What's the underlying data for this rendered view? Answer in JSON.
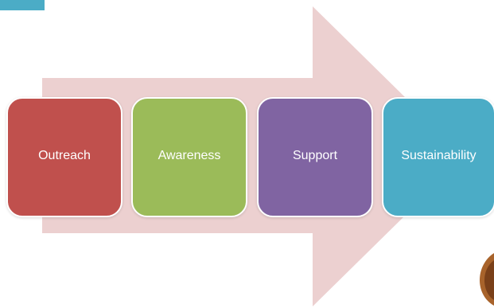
{
  "steps": [
    {
      "label": "Outreach",
      "color": "#c0504d"
    },
    {
      "label": "Awareness",
      "color": "#9bbb59"
    },
    {
      "label": "Support",
      "color": "#8064a2"
    },
    {
      "label": "Sustainability",
      "color": "#4bacc6"
    }
  ],
  "arrow": {
    "color": "#ecd0d0"
  },
  "accent": {
    "color": "#4bacc6"
  }
}
